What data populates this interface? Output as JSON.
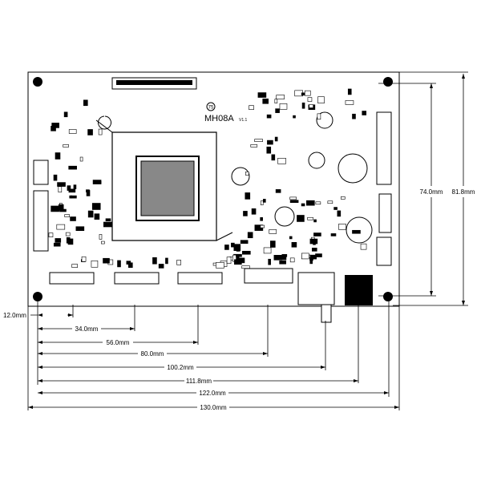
{
  "board": {
    "model": "MH08A",
    "version": "V1.1",
    "circle_mark": "75"
  },
  "dimensions": {
    "horizontal": [
      {
        "id": "d12",
        "label": "12.0mm"
      },
      {
        "id": "d34",
        "label": "34.0mm"
      },
      {
        "id": "d56",
        "label": "56.0mm"
      },
      {
        "id": "d80",
        "label": "80.0mm"
      },
      {
        "id": "d100",
        "label": "100.2mm"
      },
      {
        "id": "d111",
        "label": "111.8mm"
      },
      {
        "id": "d122",
        "label": "122.0mm"
      },
      {
        "id": "d130",
        "label": "130.0mm"
      }
    ],
    "vertical": [
      {
        "id": "v74",
        "label": "74.0mm"
      },
      {
        "id": "v81",
        "label": "81.8mm"
      }
    ]
  },
  "colors": {
    "ink": "#000000",
    "paper": "#ffffff"
  }
}
